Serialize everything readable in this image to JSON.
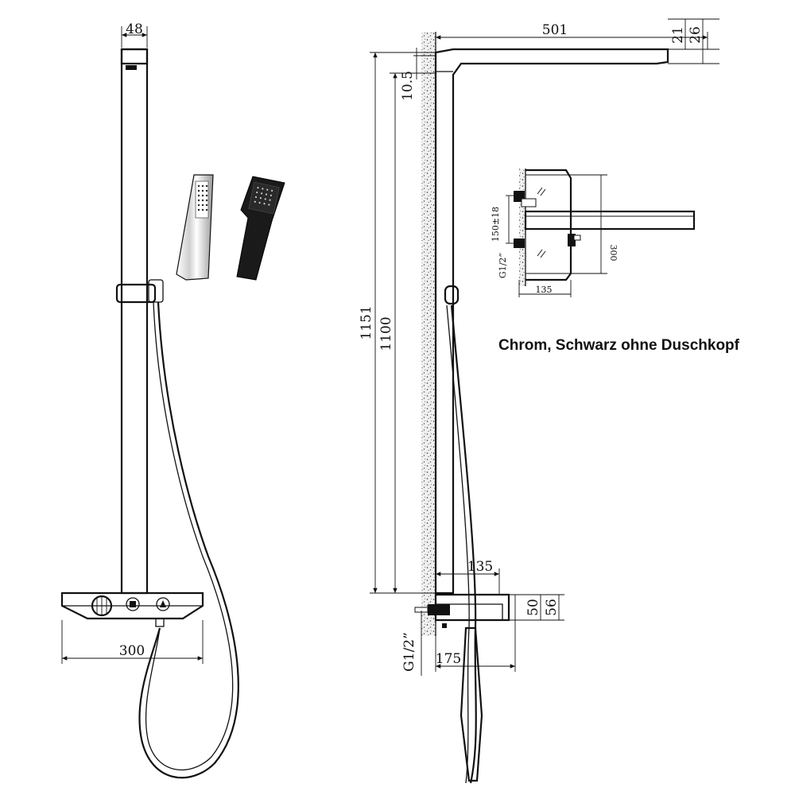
{
  "caption": "Chrom, Schwarz ohne Duschkopf",
  "dimensions": {
    "front_bar_width": "48",
    "front_shelf_width": "300",
    "side_arm_length": "501",
    "side_arm_t1": "21",
    "side_arm_t2": "26",
    "side_offset": "10.5",
    "side_total_height": "1151",
    "side_bar_height": "1100",
    "side_shelf_depth": "135",
    "side_shelf_h1": "50",
    "side_shelf_h2": "56",
    "side_base_depth": "175",
    "side_thread": "G1/2”"
  },
  "detail": {
    "spacing": "150±18",
    "thread": "G1/2”",
    "height": "300",
    "depth": "135"
  },
  "colors": {
    "chrome": "#e8e8e8",
    "black": "#1a1a1a",
    "line": "#111111"
  }
}
